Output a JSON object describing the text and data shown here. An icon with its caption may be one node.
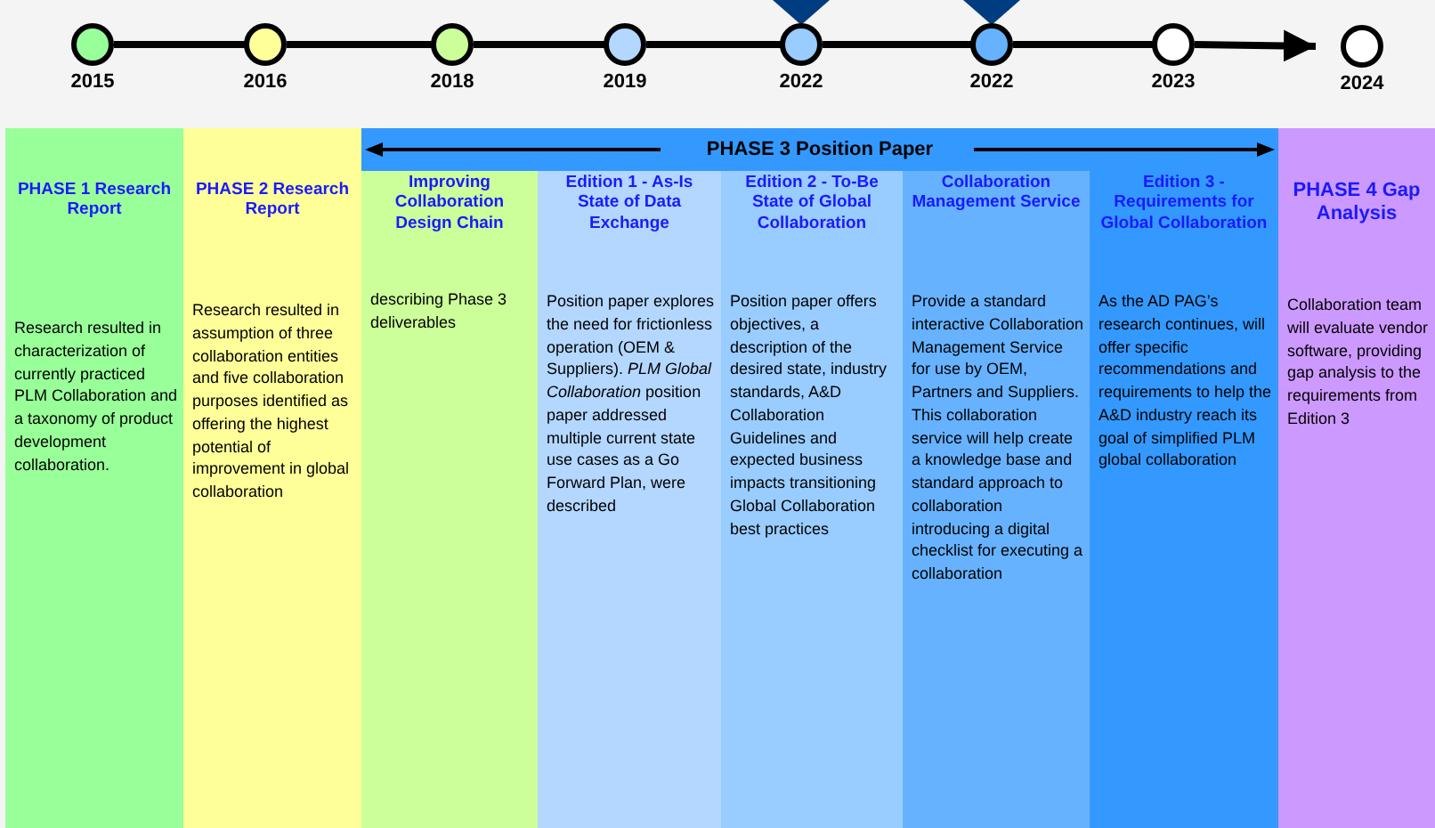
{
  "diagram": {
    "nodes": [
      {
        "text": [],
        "shape": "circle",
        "beside": [
          "2015"
        ]
      },
      {
        "text": [],
        "shape": "circle",
        "beside": [
          "2016"
        ]
      },
      {
        "text": [],
        "shape": "circle",
        "beside": [
          "2018"
        ]
      },
      {
        "text": [],
        "shape": "circle",
        "beside": [
          "2019"
        ]
      },
      {
        "text": [],
        "shape": "circle",
        "beside": [
          "2022"
        ]
      },
      {
        "text": [],
        "shape": "circle",
        "beside": [
          "2022"
        ]
      },
      {
        "text": [],
        "shape": "circle",
        "beside": [
          "2023"
        ]
      },
      {
        "text": [],
        "shape": "circle",
        "beside": [
          "2024"
        ]
      },
      {
        "text": [
          "PHASE 3 Position Paper"
        ]
      },
      {
        "text": [
          "PHASE 1 Research Report",
          "Research resulted in characterization of currently practiced PLM Collaboration and a taxonomy of product development collaboration."
        ]
      },
      {
        "text": [
          "PHASE 2 Research Report",
          "Research resulted in assumption of three collaboration entities and five collaboration purposes identified as offering the highest potential of improvement in global collaboration"
        ]
      },
      {
        "text": [
          "Improving Collaboration Design Chain",
          "describing Phase 3 deliverables"
        ]
      },
      {
        "text": [
          "Edition 1 - As-Is State of Data Exchange",
          "Position paper explores the need for frictionless operation (OEM & Suppliers). *PLM Global Collaboration* position paper addressed multiple current state use cases as a Go Forward Plan, were described"
        ]
      },
      {
        "text": [
          "Edition 2 - To-Be State of Global Collaboration",
          "Position paper offers objectives, a description of the desired state, industry standards, A&D Collaboration Guidelines and expected business impacts transitioning Global Collaboration best practices"
        ]
      },
      {
        "text": [
          "Collaboration Management Service",
          "Provide a standard interactive Collaboration Management Service for use by OEM, Partners and Suppliers.  This collaboration service will help create a knowledge base and standard approach to collaboration introducing a digital checklist for executing a collaboration"
        ]
      },
      {
        "text": [
          "Edition 3 - Requirements for Global Collaboration",
          "As the AD PAG’s research continues, will offer specific recommendations and requirements to help the A&D industry reach its goal of simplified PLM global collaboration"
        ]
      },
      {
        "text": [
          "PHASE 4 Gap Analysis",
          "Collaboration team will evaluate vendor software, providing gap analysis to the requirements from Edition 3"
        ]
      }
    ],
    "edges": [
      {
        "from": 0,
        "to": 1,
        "arrow": "none"
      },
      {
        "from": 1,
        "to": 2,
        "arrow": "none"
      },
      {
        "from": 2,
        "to": 3,
        "arrow": "none"
      },
      {
        "from": 3,
        "to": 4,
        "arrow": "none"
      },
      {
        "from": 4,
        "to": 5,
        "arrow": "none"
      },
      {
        "from": 5,
        "to": 6,
        "arrow": "none"
      },
      {
        "from": 6,
        "to": 7,
        "arrow": "to"
      }
    ]
  }
}
